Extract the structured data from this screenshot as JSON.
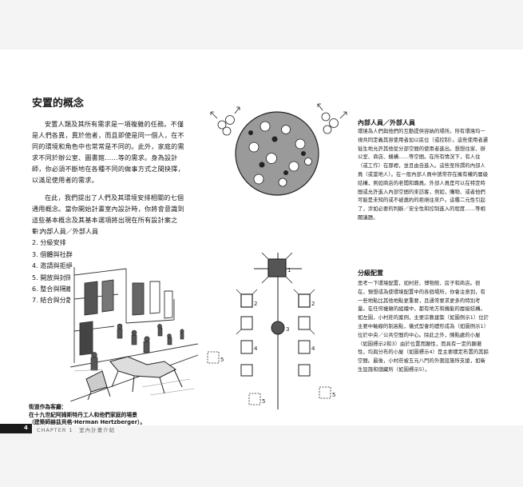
{
  "left": {
    "title": "安置的概念",
    "para1": "安置人類及其所有需求是一項複雜的任務。不僅是人們各異，異於他者，而且即使是同一個人，在不同的環境和角色中也常常是不同的。此外，家庭的需求不同於辦公室、圖書館……等的需求。身為設計師，你必須不斷地在各種不同的做事方式之間抉擇，以滿足使用者的需求。",
    "para2": "在此，我們提出了人們及其環境安排相關的七個通用概念。當你開始計畫室內設計時，你將會意識到這些基本概念及其基本選項將出現在所有設計案之中：",
    "items": [
      "1. 內部人員／外部人員",
      "2. 分級安排",
      "3. 個體與社群",
      "4. 邀請與拒絕",
      "5. 開放與封閉",
      "6. 整合與隔離",
      "7. 結合與分散"
    ],
    "caption_line1": "街道作為客廳：",
    "caption_line2": "在十九世紀阿姆斯特丹工人和他們家庭的場景",
    "caption_line3": "（建築師赫茲貝格·Herman Hertzberger）。"
  },
  "footer": {
    "page_number": "4",
    "chapter": "CHAPTER 1　室內計畫介紹"
  },
  "right": {
    "heading1": "內部人員／外部人員",
    "text1": "環境為人們與他們的互動提供容納的場所。所有環境均一視共同定義其容使用者加以區位（或控制）。這些使用者遷徙生地允許其他從分部空間的使用者進出。想想住家、辦公室、商店、機構……等空間。在所有情況下，有人住（或工作）在那裡，並且由自進入。這些至所謂的內部人員（或當地人）。在一般內部人員中誘常存在擁有權的層級結構，例如商店的老闆和職員。外部人員是可以在特定時間或允許進入內部空間的來訪客，例如，購物、或者他們可能是未知的或不被邀約的拒絕往來戶。這種二元性引起了，涉如必要的判斷／安全性和控制進入的程度……等相關議題。",
    "heading2": "分級配置",
    "text2": "思考一下環境配置，如村莊、博物館、房子和商店。很在，預想成為使環境配置中的各個場所，你會注意到，有一些地點比其他地點更重要，且通常要求更多的特別考量。在任何複雜的組織中，都有地方和機能的層級結構。如左圖，小村莊的案例，主要宗教建築（如圖例示1）位於主要中軸線的制高點，儀式型會的礎形成為（如圖例示1）位於中央／公共空間的中心。除此之外，陳點處的小屋（如圖標示2和3）由於位置而顯性，而具有一定的顯著性，均與分布的小屋（如圖標示4）是主要穩定布置的其餘空間。最後，小村莊被五元八門的外圍設施所支援，如衛生設施和儲藏所（如圖標示5）。"
  },
  "figure": {
    "labels": [
      "1",
      "2",
      "2",
      "3",
      "4",
      "4",
      "5",
      "5",
      "5"
    ]
  }
}
